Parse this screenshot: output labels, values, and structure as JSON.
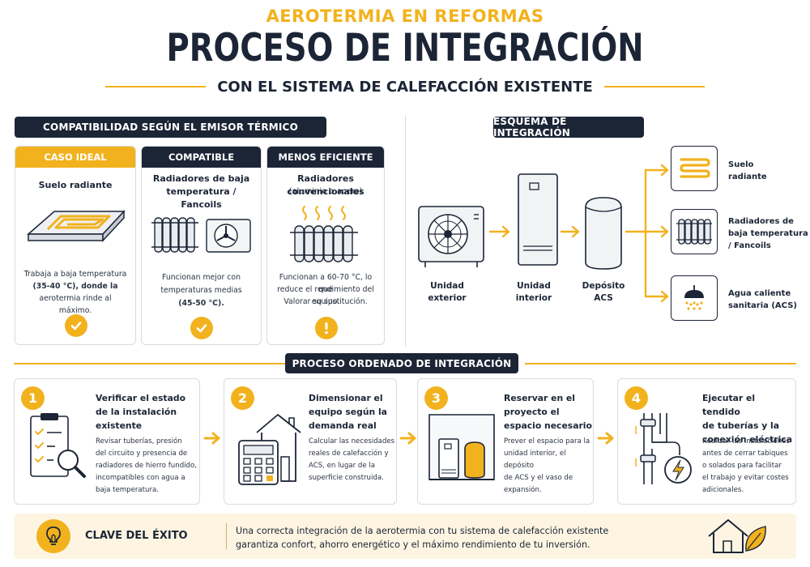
{
  "header": {
    "supertitle": "AEROTERMIA EN REFORMAS",
    "title": "PROCESO DE INTEGRACIÓN",
    "subtitle": "CON EL SISTEMA DE CALEFACCIÓN EXISTENTE"
  },
  "compat": {
    "pill": "COMPATIBILIDAD SEGÚN EL EMISOR TÉRMICO",
    "cards": [
      {
        "head": "CASO IDEAL",
        "title": "Suelo radiante",
        "desc": [
          "Trabaja a baja temperatura",
          "(35-40 °C), donde la",
          "aerotermia rinde al máximo."
        ],
        "icon": "check-icon"
      },
      {
        "head": "COMPATIBLE",
        "title": [
          "Radiadores de baja",
          "temperatura / Fancoils"
        ],
        "desc": [
          "Funcionan mejor con",
          "temperaturas medias",
          "(45-50 °C)."
        ],
        "icon": "check-icon"
      },
      {
        "head": "MENOS EFICIENTE",
        "title": [
          "Radiadores convencionales",
          "(aluminio o acero)"
        ],
        "desc": [
          "Funcionan a 60-70 °C, lo que",
          "reduce el rendimiento del equipo.",
          "Valorar su sustitución."
        ],
        "icon": "warning-icon"
      }
    ]
  },
  "schema": {
    "pill": "ESQUEMA DE INTEGRACIÓN",
    "units": [
      {
        "label": [
          "Unidad",
          "exterior"
        ]
      },
      {
        "label": [
          "Unidad",
          "interior"
        ]
      },
      {
        "label": [
          "Depósito",
          "ACS"
        ]
      }
    ],
    "outputs": [
      {
        "label": [
          "Suelo",
          "radiante"
        ],
        "icon": "floor-heating-icon"
      },
      {
        "label": [
          "Radiadores de",
          "baja temperatura",
          "/ Fancoils"
        ],
        "icon": "radiator-icon"
      },
      {
        "label": [
          "Agua caliente",
          "sanitaria (ACS)"
        ],
        "icon": "shower-icon"
      }
    ]
  },
  "process": {
    "pill": "PROCESO ORDENADO DE INTEGRACIÓN",
    "steps": [
      {
        "num": "1",
        "title": [
          "Verificar el estado",
          "de la instalación",
          "existente"
        ],
        "desc": [
          "Revisar tuberías, presión",
          "del circuito y presencia de",
          "radiadores de hierro fundido,",
          "incompatibles con agua a",
          "baja temperatura."
        ],
        "icon": "checklist-icon"
      },
      {
        "num": "2",
        "title": [
          "Dimensionar el",
          "equipo según la",
          "demanda real"
        ],
        "desc": [
          "Calcular las necesidades",
          "reales de calefacción y",
          "ACS, en lugar de la",
          "superficie construida."
        ],
        "icon": "calculator-house-icon"
      },
      {
        "num": "3",
        "title": [
          "Reservar en el",
          "proyecto el",
          "espacio necesario"
        ],
        "desc": [
          "Prever el espacio para la",
          "unidad interior, el depósito",
          "de ACS y el vaso de",
          "expansión."
        ],
        "icon": "equipment-space-icon"
      },
      {
        "num": "4",
        "title": [
          "Ejecutar el tendido",
          "de tuberías y la",
          "conexión eléctrica"
        ],
        "desc": [
          "Realizar las instalaciones",
          "antes de cerrar tabiques",
          "o solados para facilitar",
          "el trabajo y evitar costes",
          "adicionales."
        ],
        "icon": "pipes-electric-icon"
      }
    ]
  },
  "footer": {
    "title": "CLAVE DEL ÉXITO",
    "text": [
      "Una correcta integración de la aerotermia con tu sistema de calefacción existente",
      "garantiza confort, ahorro energético y el máximo rendimiento de tu inversión."
    ]
  },
  "colors": {
    "accent": "#f2b21d",
    "navy": "#1c2536",
    "footer_bg": "#fdf5e2"
  }
}
